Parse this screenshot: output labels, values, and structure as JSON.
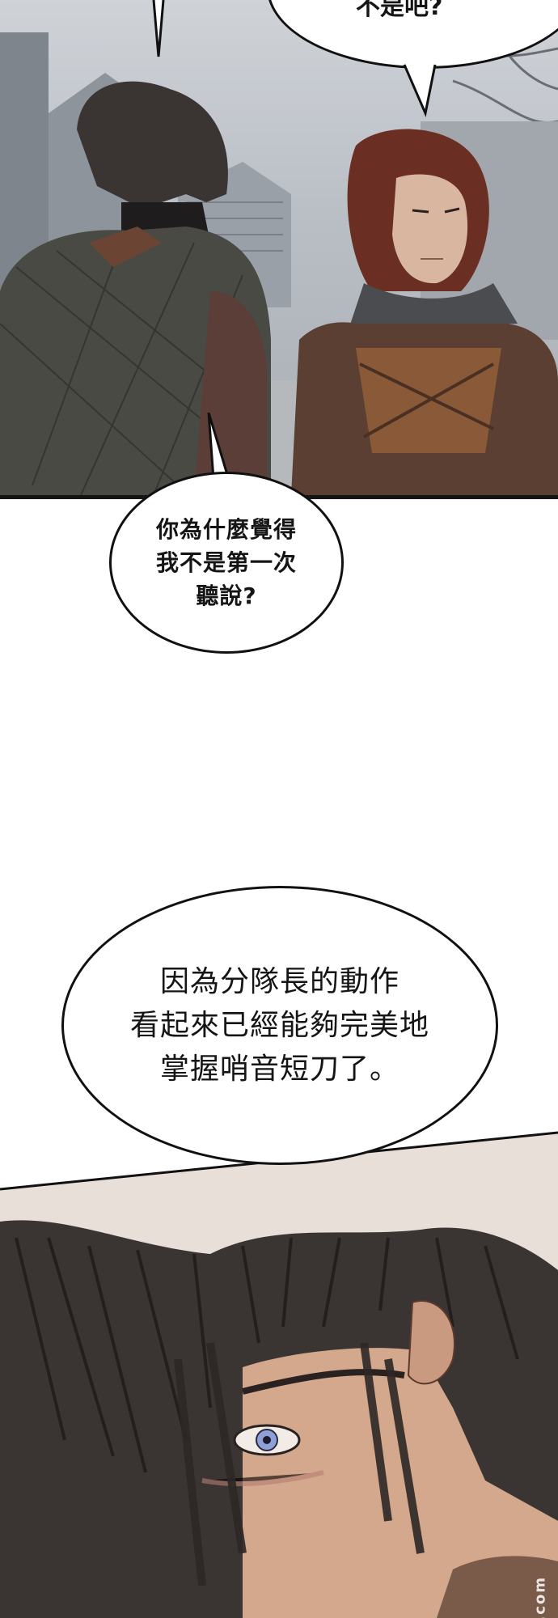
{
  "panels": [
    {
      "name": "panel-two-men-outdoors"
    },
    {
      "name": "panel-closeup-eye"
    }
  ],
  "bubbles": {
    "top_fragment": "不是吧?",
    "question_lines": [
      "你為什麼覺得",
      "我不是第一次",
      "聽說?"
    ],
    "answer_lines": [
      "因為分隊長的動作",
      "看起來已經能夠完美地",
      "掌握哨音短刀了。"
    ]
  },
  "watermark": "DMG.com",
  "colors": {
    "sky": "#c5c9cf",
    "bubble_fill": "#ffffff",
    "outline": "#111111",
    "hair_dark": "#3a3432",
    "hair_red": "#6b2e22",
    "eye_blue": "#8fa0d8"
  }
}
